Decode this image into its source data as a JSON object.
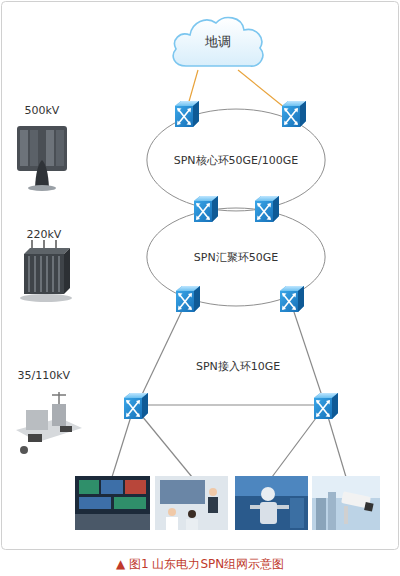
{
  "diagram": {
    "caption": "▲ 图1 山东电力SPN组网示意图",
    "nodes": [
      {
        "text": [
          "地调"
        ]
      },
      {
        "text": [
          "SPN核心环50GE/100GE"
        ]
      },
      {
        "text": [
          "SPN汇聚环50GE"
        ]
      }
    ],
    "labels": [
      "500kV",
      "220kV",
      "35/110kV",
      "SPN接入环10GE"
    ]
  }
}
